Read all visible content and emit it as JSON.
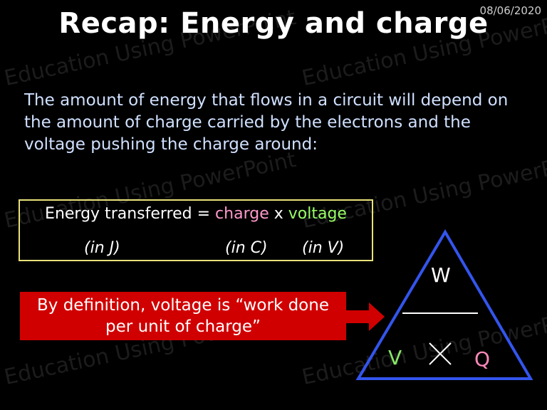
{
  "date": "08/06/2020",
  "title": "Recap: Energy and charge",
  "intro_lines": [
    "The amount of energy that flows in a circuit will depend on",
    "the amount of charge carried by the electrons and the",
    "voltage pushing the charge around:"
  ],
  "equation": {
    "prefix": "Energy transferred = ",
    "charge": "charge",
    "times": " x ",
    "voltage": "voltage",
    "unit_energy": "(in J)",
    "unit_charge": "(in C)",
    "unit_voltage": "(in V)"
  },
  "definition_lines": [
    "By definition, voltage is “work done",
    "per unit of charge”"
  ],
  "triangle": {
    "top": "W",
    "left": "V",
    "right": "Q"
  },
  "watermark": "Education Using PowerPoint",
  "colors": {
    "intro_text": "#cfe0ff",
    "charge": "#ff99cc",
    "voltage": "#99ff66",
    "box_border": "#e8e27a",
    "definition_bg": "#d10000",
    "triangle": "#3355ee"
  }
}
